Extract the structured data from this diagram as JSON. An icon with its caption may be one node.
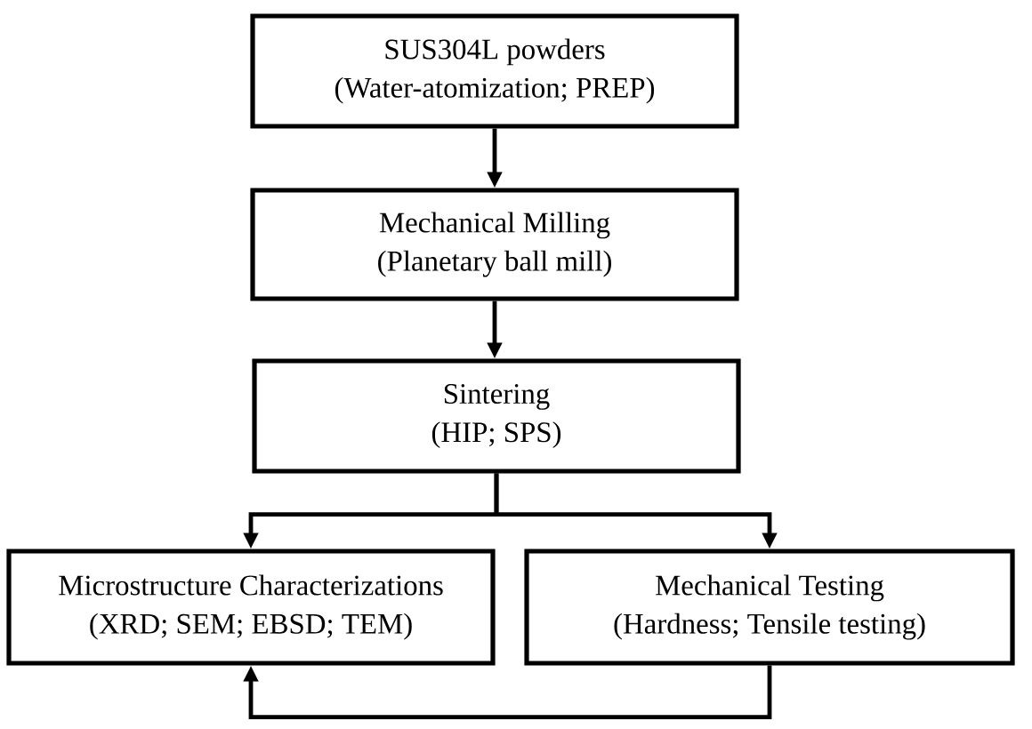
{
  "diagram": {
    "nodes": [
      {
        "text": [
          "SUS304L powders",
          "(Water-atomization; PREP)"
        ]
      },
      {
        "text": [
          "Mechanical Milling",
          "(Planetary ball mill)"
        ]
      },
      {
        "text": [
          "Sintering",
          "(HIP; SPS)"
        ]
      },
      {
        "text": [
          "Microstructure Characterizations",
          "(XRD; SEM; EBSD; TEM)"
        ]
      },
      {
        "text": [
          "Mechanical Testing",
          "(Hardness; Tensile testing)"
        ]
      }
    ],
    "edges": [
      {
        "from": 0,
        "to": 1,
        "arrow": "to"
      },
      {
        "from": 1,
        "to": 2,
        "arrow": "to"
      },
      {
        "from": 2,
        "to": 3,
        "arrow": "to"
      },
      {
        "from": 2,
        "to": 4,
        "arrow": "to"
      },
      {
        "from": 4,
        "to": 3,
        "arrow": "to"
      }
    ]
  }
}
